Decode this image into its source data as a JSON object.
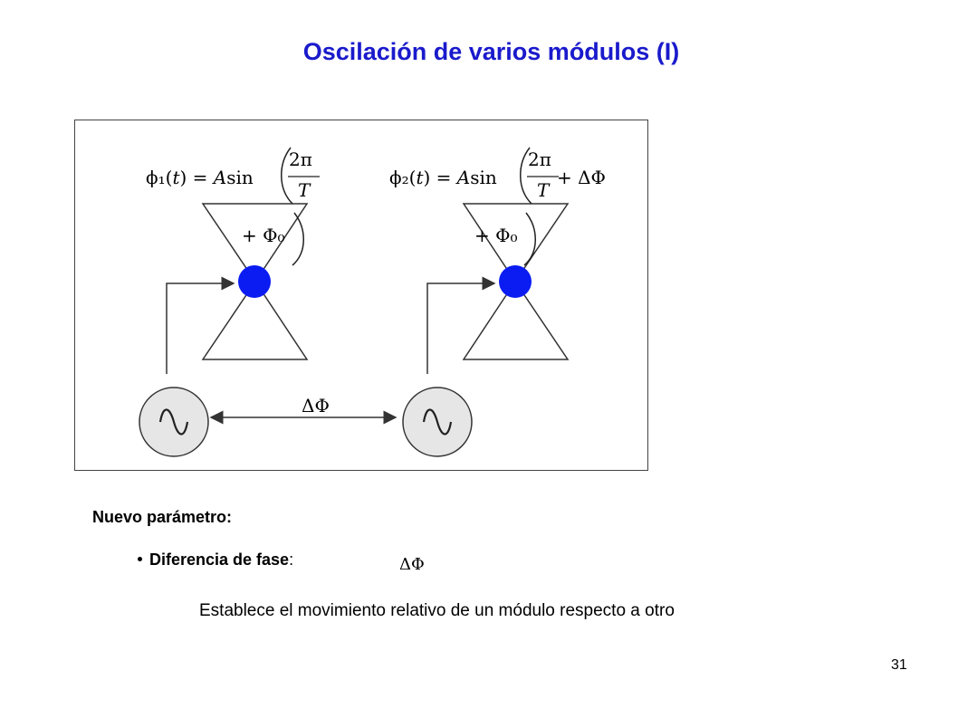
{
  "slide": {
    "title": "Oscilación de varios módulos (I)",
    "page_number": "31"
  },
  "diagram": {
    "module1": {
      "equation_main": "ϕ₁(𝑡) = 𝐴sin",
      "equation_num": "2π",
      "equation_den": "𝑇",
      "equation_tail": "",
      "equation_offset": "+ Φ₀"
    },
    "module2": {
      "equation_main": "ϕ₂(𝑡) = 𝐴sin",
      "equation_num": "2π",
      "equation_den": "𝑇",
      "equation_tail": "+ ΔΦ",
      "equation_offset": "+ Φ₀"
    },
    "link_label": "ΔΦ",
    "colors": {
      "joint": "#0a1cf2",
      "oscillator_fill": "#e6e6e6",
      "stroke": "#333333"
    }
  },
  "content": {
    "heading": "Nuevo parámetro:",
    "bullet_label": "Diferencia de fase",
    "bullet_colon": ":",
    "bullet_math": "ΔΦ",
    "description": "Establece el movimiento relativo de un módulo respecto a otro"
  }
}
